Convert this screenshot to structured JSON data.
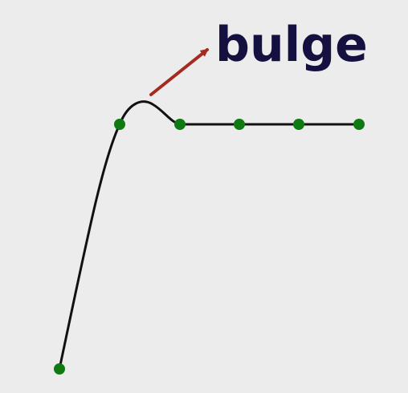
{
  "annotation": {
    "label": "bulge",
    "label_color": "#14103f",
    "arrow_color": "#a52a1f"
  },
  "curve": {
    "line_color": "#111111",
    "point_color": "#0f7a12",
    "point_count": 6,
    "shape": "interpolating spline that overshoots (bulges) just after the second control point, then flattens onto a horizontal line"
  }
}
